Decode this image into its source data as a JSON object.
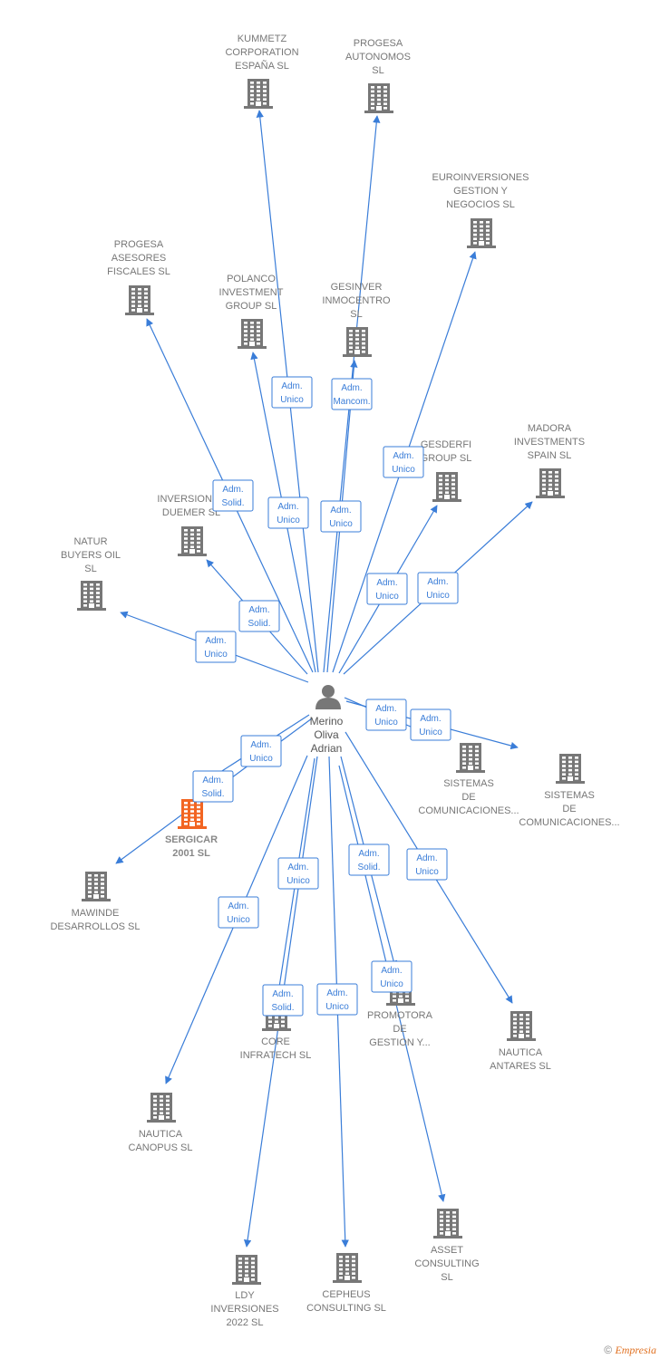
{
  "colors": {
    "edge": "#3a7dd8",
    "building": "#777777",
    "focus_building": "#f26522",
    "person": "#777777"
  },
  "center": {
    "lines": [
      "Merino",
      "Oliva",
      "Adrian"
    ],
    "icon": "person-icon"
  },
  "nodes": [
    {
      "id": "kummetz",
      "lines": [
        "KUMMETZ",
        "CORPORATION",
        "ESPAÑA SL"
      ]
    },
    {
      "id": "progesa-autonomos",
      "lines": [
        "PROGESA",
        "AUTONOMOS",
        "SL"
      ]
    },
    {
      "id": "euroinversiones",
      "lines": [
        "EUROINVERSIONES",
        "GESTION Y",
        "NEGOCIOS  SL"
      ]
    },
    {
      "id": "progesa-asesores",
      "lines": [
        "PROGESA",
        "ASESORES",
        "FISCALES  SL"
      ]
    },
    {
      "id": "polanco",
      "lines": [
        "POLANCO",
        "INVESTMENT",
        "GROUP  SL"
      ]
    },
    {
      "id": "gesinver",
      "lines": [
        "GESINVER",
        "INMOCENTRO",
        "SL"
      ]
    },
    {
      "id": "madora",
      "lines": [
        "MADORA",
        "INVESTMENTS",
        "SPAIN  SL"
      ]
    },
    {
      "id": "gesderfi",
      "lines": [
        "GESDERFI",
        "GROUP  SL"
      ]
    },
    {
      "id": "inversiones-duemer",
      "lines": [
        "INVERSIONES",
        "DUEMER  SL"
      ]
    },
    {
      "id": "natur-buyers",
      "lines": [
        "NATUR",
        "BUYERS OIL",
        "SL"
      ]
    },
    {
      "id": "sistemas-1",
      "lines": [
        "SISTEMAS",
        "DE",
        "COMUNICACIONES..."
      ]
    },
    {
      "id": "sistemas-2",
      "lines": [
        "SISTEMAS",
        "DE",
        "COMUNICACIONES..."
      ]
    },
    {
      "id": "sergicar",
      "lines": [
        "SERGICAR",
        "2001  SL"
      ],
      "focus": true
    },
    {
      "id": "mawinde",
      "lines": [
        "MAWINDE",
        "DESARROLLOS SL"
      ]
    },
    {
      "id": "core-infratech",
      "lines": [
        "CORE",
        "INFRATECH  SL"
      ]
    },
    {
      "id": "promotora",
      "lines": [
        "PROMOTORA",
        "DE",
        "GESTION Y..."
      ]
    },
    {
      "id": "nautica-antares",
      "lines": [
        "NAUTICA",
        "ANTARES  SL"
      ]
    },
    {
      "id": "nautica-canopus",
      "lines": [
        "NAUTICA",
        "CANOPUS  SL"
      ]
    },
    {
      "id": "asset-consulting",
      "lines": [
        "ASSET",
        "CONSULTING",
        "SL"
      ]
    },
    {
      "id": "ldy-inversiones",
      "lines": [
        "LDY",
        "INVERSIONES",
        "2022  SL"
      ]
    },
    {
      "id": "cepheus",
      "lines": [
        "CEPHEUS",
        "CONSULTING SL"
      ]
    }
  ],
  "edges": [
    {
      "to": "kummetz",
      "lines": [
        "Adm.",
        "Unico"
      ]
    },
    {
      "to": "progesa-autonomos",
      "lines": [
        "Adm.",
        "Mancom."
      ]
    },
    {
      "to": "euroinversiones",
      "lines": [
        "Adm.",
        "Unico"
      ]
    },
    {
      "to": "progesa-asesores",
      "lines": [
        "Adm.",
        "Solid."
      ]
    },
    {
      "to": "polanco",
      "lines": [
        "Adm.",
        "Unico"
      ]
    },
    {
      "to": "gesinver",
      "lines": [
        "Adm.",
        "Unico"
      ]
    },
    {
      "to": "gesderfi",
      "lines": [
        "Adm.",
        "Unico"
      ]
    },
    {
      "to": "madora",
      "lines": [
        "Adm.",
        "Unico"
      ]
    },
    {
      "to": "inversiones-duemer",
      "lines": [
        "Adm.",
        "Solid."
      ]
    },
    {
      "to": "natur-buyers",
      "lines": [
        "Adm.",
        "Unico"
      ]
    },
    {
      "to": "sistemas-1",
      "lines": [
        "Adm.",
        "Unico"
      ]
    },
    {
      "to": "sistemas-2",
      "lines": [
        "Adm.",
        "Unico"
      ]
    },
    {
      "to": "sergicar",
      "lines": [
        "Adm.",
        "Unico"
      ]
    },
    {
      "to": "mawinde",
      "lines": [
        "Adm.",
        "Solid."
      ]
    },
    {
      "to": "ldy-inversiones",
      "lines": [
        "Adm.",
        "Unico"
      ]
    },
    {
      "to": "nautica-canopus",
      "lines": [
        "Adm.",
        "Unico"
      ]
    },
    {
      "to": "core-infratech",
      "lines": [
        "Adm.",
        "Solid."
      ]
    },
    {
      "to": "cepheus",
      "lines": [
        "Adm.",
        "Unico"
      ]
    },
    {
      "to": "promotora",
      "lines": [
        "Adm.",
        "Solid."
      ]
    },
    {
      "to": "nautica-antares",
      "lines": [
        "Adm.",
        "Unico"
      ]
    },
    {
      "to": "asset-consulting",
      "lines": [
        "Adm.",
        "Unico"
      ]
    }
  ],
  "footer": {
    "copyright": "©",
    "brand": "Empresia"
  }
}
